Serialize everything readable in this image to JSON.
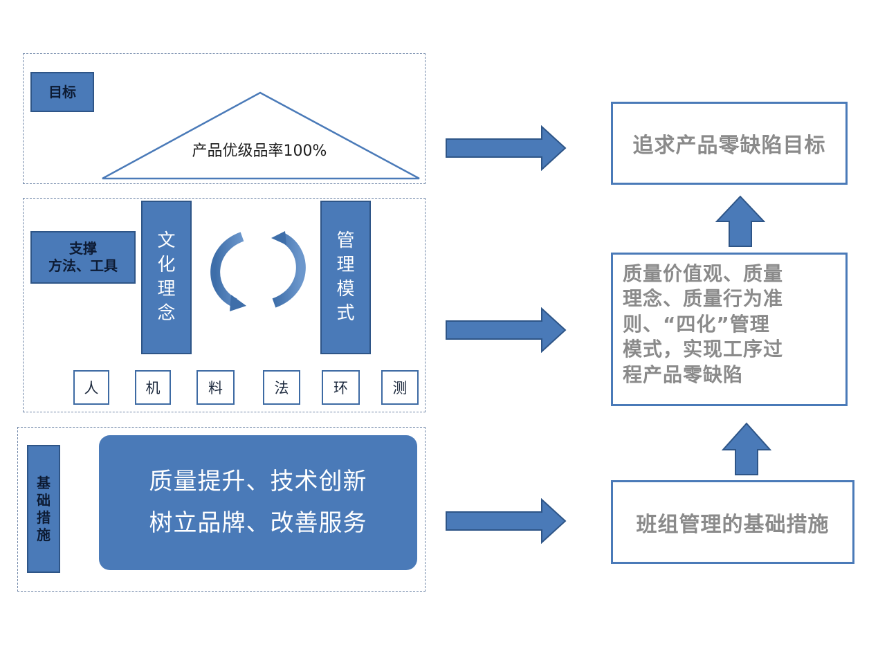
{
  "goal": {
    "label": "目标",
    "roof_text": "产品优级品率100%"
  },
  "support": {
    "label_line1": "支撑",
    "label_line2": "方法、工具",
    "culture_pillar": [
      "文",
      "化",
      "理",
      "念"
    ],
    "management_pillar": [
      "管",
      "理",
      "模",
      "式"
    ],
    "elements": [
      "人",
      "机",
      "料",
      "法",
      "环",
      "测"
    ]
  },
  "basic": {
    "label": [
      "基",
      "础",
      "措",
      "施"
    ],
    "main_line1": "质量提升、技术创新",
    "main_line2": "树立品牌、改善服务"
  },
  "results": {
    "top": "追求产品零缺陷目标",
    "middle": [
      "质量价值观、质量",
      "理念、质量行为准",
      "则、“四化”管理",
      "模式，实现工序过",
      "程产品零缺陷"
    ],
    "bottom": "班组管理的基础措施"
  },
  "colors": {
    "primary": "#4a7ab8",
    "border": "#2e5587",
    "dashed": "#6f86a8",
    "result_text": "#8a8a8a"
  }
}
